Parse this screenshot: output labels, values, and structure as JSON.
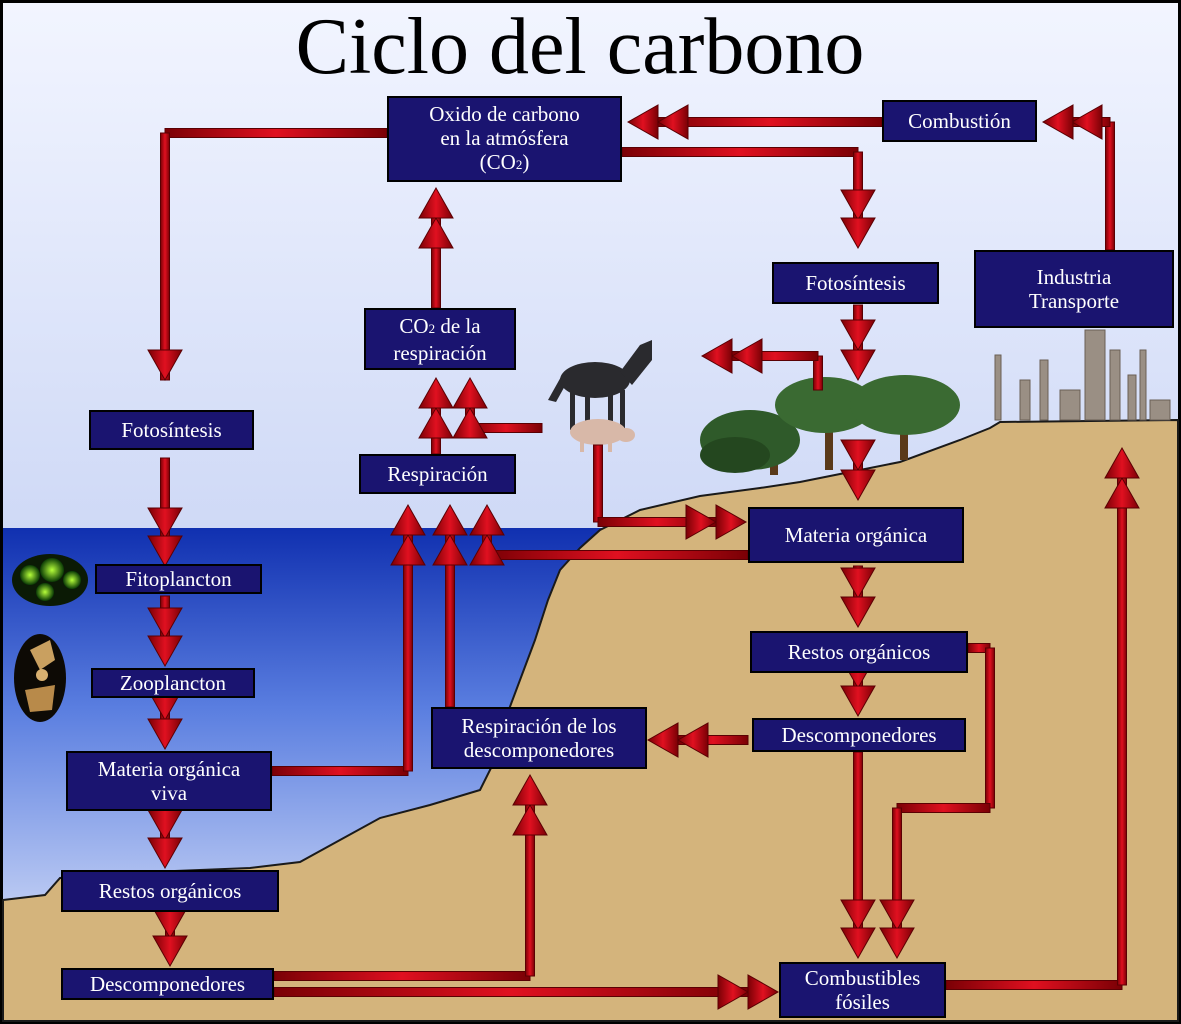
{
  "title": "Ciclo del carbono",
  "boxes": {
    "atmosphere_l1": "Oxido de carbono",
    "atmosphere_l2": "en la atmósfera",
    "atmosphere_l3a": "(CO",
    "atmosphere_sub": "2",
    "atmosphere_l3b": ")",
    "combustion": "Combustión",
    "fotosintesis_land": "Fotosíntesis",
    "industria_l1": "Industria",
    "industria_l2": "Transporte",
    "co2_resp_a": "CO",
    "co2_resp_sub": "2",
    "co2_resp_b": " de la",
    "co2_resp_l2": "respiración",
    "fotosintesis_sea": "Fotosíntesis",
    "respiracion": "Respiración",
    "fitoplancton": "Fitoplancton",
    "zooplancton": "Zooplancton",
    "materia_viva_l1": "Materia orgánica",
    "materia_viva_l2": "viva",
    "restos_sea": "Restos orgánicos",
    "descomp_sea": "Descomponedores",
    "materia_organica": "Materia orgánica",
    "restos_land": "Restos orgánicos",
    "descomp_land": "Descomponedores",
    "resp_descomp_l1": "Respiración de los",
    "resp_descomp_l2": "descomponedores",
    "fosiles_l1": "Combustibles",
    "fosiles_l2": "fósiles"
  },
  "colors": {
    "box_bg": "#1a1470",
    "arrow": "#c0000a",
    "sky_top": "#eef2ff",
    "sky_bottom": "#b9c7ef",
    "sea": "#1f3fbf",
    "land": "#d4b47c"
  },
  "icons": [
    "horse-icon",
    "pig-icon",
    "tree-icon",
    "factory-icon",
    "phytoplankton-icon",
    "zooplankton-icon"
  ]
}
